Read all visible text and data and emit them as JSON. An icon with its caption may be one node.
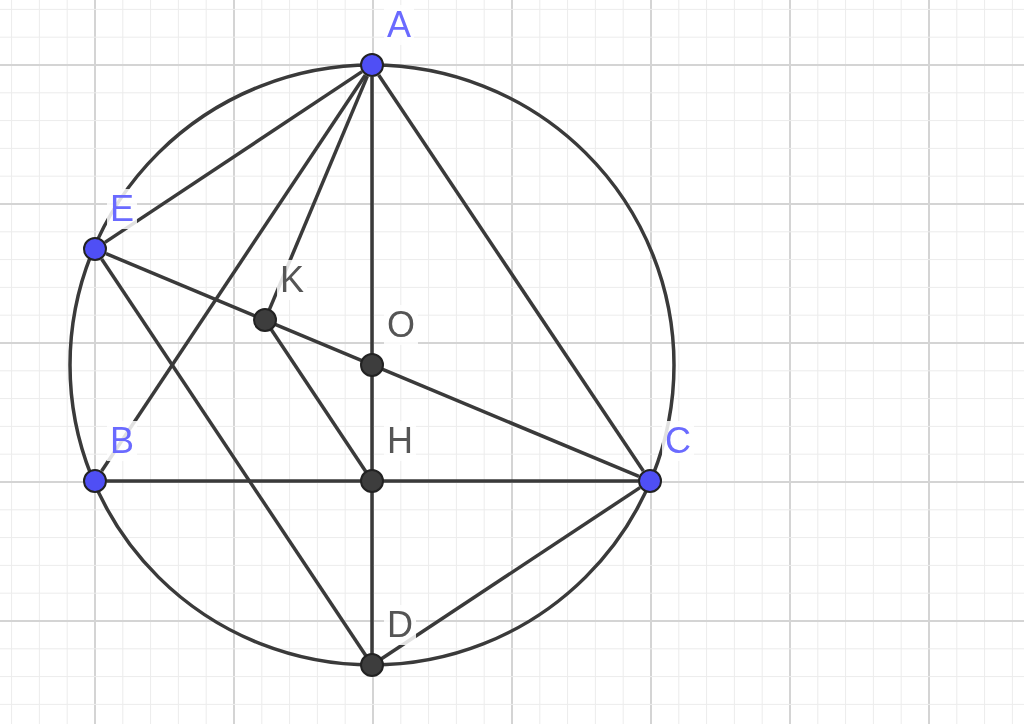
{
  "diagram": {
    "nodes": [
      {
        "text": [
          "A"
        ]
      },
      {
        "text": [
          "E"
        ]
      },
      {
        "text": [
          "K"
        ]
      },
      {
        "text": [
          "O"
        ]
      },
      {
        "text": [
          "B"
        ]
      },
      {
        "text": [
          "H"
        ]
      },
      {
        "text": [
          "C"
        ]
      },
      {
        "text": [
          "D"
        ]
      }
    ],
    "edges": [
      {
        "from": 0,
        "to": 1,
        "arrow": "none"
      },
      {
        "from": 0,
        "to": 2,
        "arrow": "none"
      },
      {
        "from": 0,
        "to": 4,
        "arrow": "none"
      },
      {
        "from": 0,
        "to": 3,
        "arrow": "none"
      },
      {
        "from": 3,
        "to": 5,
        "arrow": "none"
      },
      {
        "from": 5,
        "to": 7,
        "arrow": "none"
      },
      {
        "from": 0,
        "to": 6,
        "arrow": "none"
      },
      {
        "from": 1,
        "to": 2,
        "arrow": "none"
      },
      {
        "from": 2,
        "to": 3,
        "arrow": "none"
      },
      {
        "from": 3,
        "to": 6,
        "arrow": "none"
      },
      {
        "from": 1,
        "to": 7,
        "arrow": "none"
      },
      {
        "from": 2,
        "to": 5,
        "arrow": "none"
      },
      {
        "from": 4,
        "to": 5,
        "arrow": "none"
      },
      {
        "from": 5,
        "to": 6,
        "arrow": "none"
      },
      {
        "from": 6,
        "to": 7,
        "arrow": "none"
      }
    ]
  }
}
